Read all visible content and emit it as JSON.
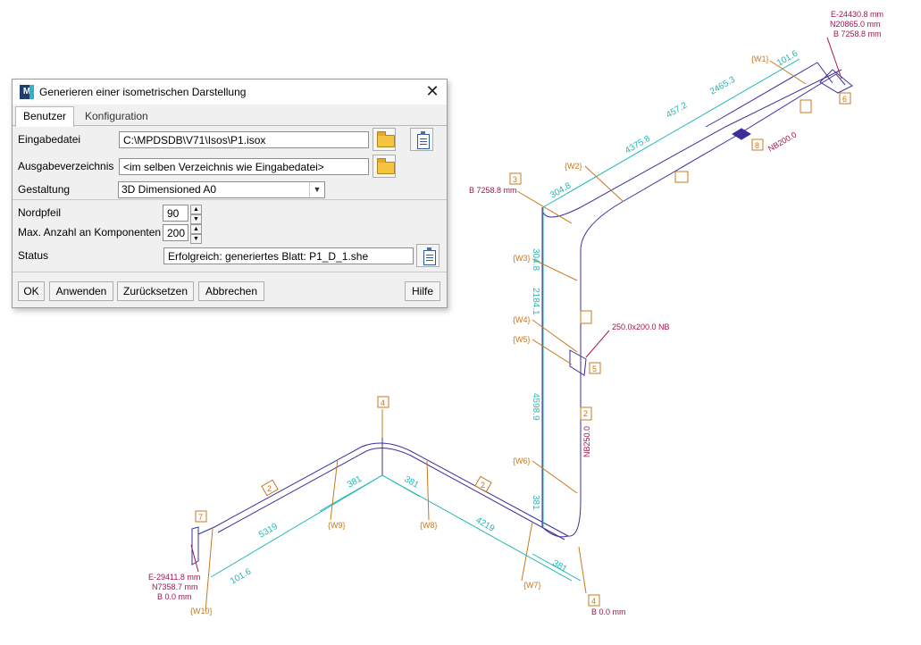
{
  "dialog": {
    "title": "Generieren einer isometrischen Darstellung",
    "tabs": [
      "Benutzer",
      "Konfiguration"
    ],
    "fields": {
      "input_file_label": "Eingabedatei",
      "input_file_value": "C:\\MPDSDB\\V71\\Isos\\P1.isox",
      "output_dir_label": "Ausgabeverzeichnis",
      "output_dir_value": "<im selben Verzeichnis wie Eingabedatei>",
      "style_label": "Gestaltung",
      "style_value": "3D Dimensioned A0",
      "north_arrow_label": "Nordpfeil",
      "north_arrow_value": "90",
      "max_components_label": "Max. Anzahl an Komponenten",
      "max_components_value": "200",
      "status_label": "Status",
      "status_value": "Erfolgreich: generiertes Blatt: P1_D_1.she"
    },
    "buttons": {
      "ok": "OK",
      "apply": "Anwenden",
      "reset": "Zurücksetzen",
      "cancel": "Abbrechen",
      "help": "Hilfe"
    },
    "icons": {
      "browse_file": "folder-open-icon",
      "browse_dir": "folder-open-icon",
      "copy": "clipboard-icon",
      "close": "close-icon",
      "app": "app-logo-icon"
    }
  },
  "drawing": {
    "colors": {
      "pipe": "#3b2f9a",
      "dim": "#22b8b8",
      "label": "#c8781e",
      "coord": "#a2154f"
    },
    "coords_top_right": {
      "e": "E-24430.8 mm",
      "n": "N20865.0 mm",
      "b": "B 7258.8 mm"
    },
    "coords_bottom_left": {
      "e": "E-29411.8 mm",
      "n": "N7358.7 mm",
      "b": "B 0.0 mm"
    },
    "elevation_left": "B 7258.8 mm",
    "elevation_bottom": "B 0.0 mm",
    "reducer_label": "250.0x200.0 NB",
    "nb_label_upper": "NB200.0",
    "nb_label_vertical": "NB250.0",
    "dims": {
      "d_101_6_top": "101.6",
      "d_2465_3": "2465.3",
      "d_457_2": "457.2",
      "d_4375_8": "4375.8",
      "d_304_8_horizontal": "304.8",
      "d_304_8_vertical": "304.8",
      "d_2184_1": "2184.1",
      "d_4598_9": "4598.9",
      "d_381_vertical": "381",
      "d_381_corner_left": "381",
      "d_381_corner_right": "381",
      "d_381_bottom": "381",
      "d_5319": "5319",
      "d_4219": "4219",
      "d_101_6_bottom": "101.6"
    },
    "welds": {
      "w1": "{W1}",
      "w2": "{W2}",
      "w3": "{W3}",
      "w4": "{W4}",
      "w5": "{W5}",
      "w6": "{W6}",
      "w7": "{W7}",
      "w8": "{W8}",
      "w9": "{W9}",
      "w10": "{W10}"
    },
    "boxes": {
      "b3": "3",
      "b4_top": "4",
      "b4_bottom": "4",
      "b5": "5",
      "b6": "6",
      "b7": "7",
      "b8": "8",
      "b2_left": "2",
      "b2_mid": "2",
      "b2_vertical": "2"
    }
  }
}
